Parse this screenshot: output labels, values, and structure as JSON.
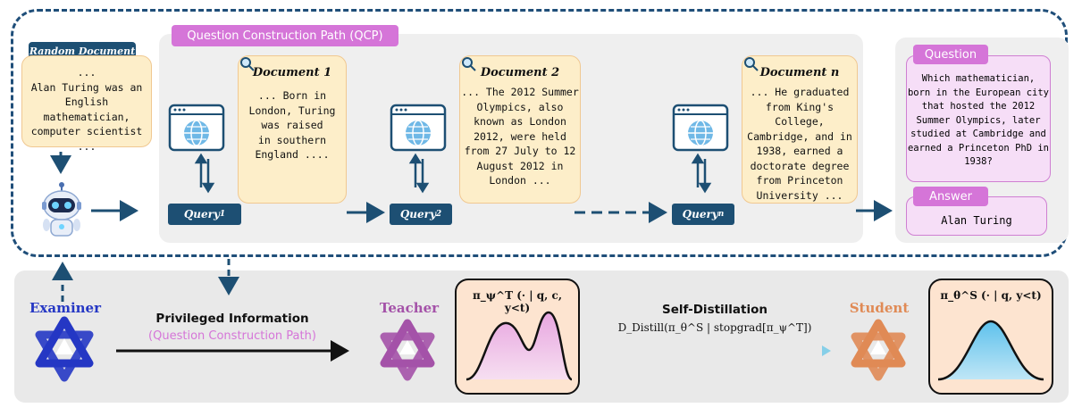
{
  "random_doc": {
    "label": "Random Document",
    "text": "...\nAlan Turing was an\nEnglish mathematician,\ncomputer scientist\n..."
  },
  "qcp": {
    "label": "Question Construction Path (QCP)",
    "documents": [
      {
        "title": "Document 1",
        "text": "... Born in\nLondon, Turing\nwas raised\nin southern\nEngland ...."
      },
      {
        "title": "Document 2",
        "text": "... The 2012 Summer\nOlympics, also\nknown as London\n2012, were held\nfrom 27 July to 12\nAugust 2012 in\nLondon ..."
      },
      {
        "title": "Document n",
        "text": "... He graduated\nfrom King's College,\nCambridge, and in\n1938, earned a\ndoctorate degree\nfrom Princeton\nUniversity ..."
      }
    ],
    "queries": [
      "Query1",
      "Query2",
      "Queryn"
    ],
    "query_base": "Query",
    "query_subs": [
      "1",
      "2",
      "n"
    ]
  },
  "question": {
    "label": "Question",
    "text": "Which mathematician,\nborn in the European city\nthat hosted the 2012\nSummer Olympics, later\nstudied at Cambridge and\nearned a Princeton PhD in\n1938?"
  },
  "answer": {
    "label": "Answer",
    "text": "Alan Turing"
  },
  "bottom": {
    "examiner": "Examiner",
    "privileged": "Privileged Information",
    "privileged_sub": "(Question Construction Path)",
    "teacher": "Teacher",
    "teacher_formula": "π_ψ^T (· | q, c, y<t)",
    "self_distill": "Self-Distillation",
    "distill_formula": "D_Distill(π_θ^S | stopgrad[π_ψ^T])",
    "student": "Student",
    "student_formula": "π_θ^S (· | q, y<t)"
  },
  "colors": {
    "navy": "#1d4f73",
    "pink": "#d575d8",
    "teacher": "#a452a8",
    "student": "#e08a55",
    "examiner": "#2537c4",
    "cyan": "#86cfe8"
  }
}
